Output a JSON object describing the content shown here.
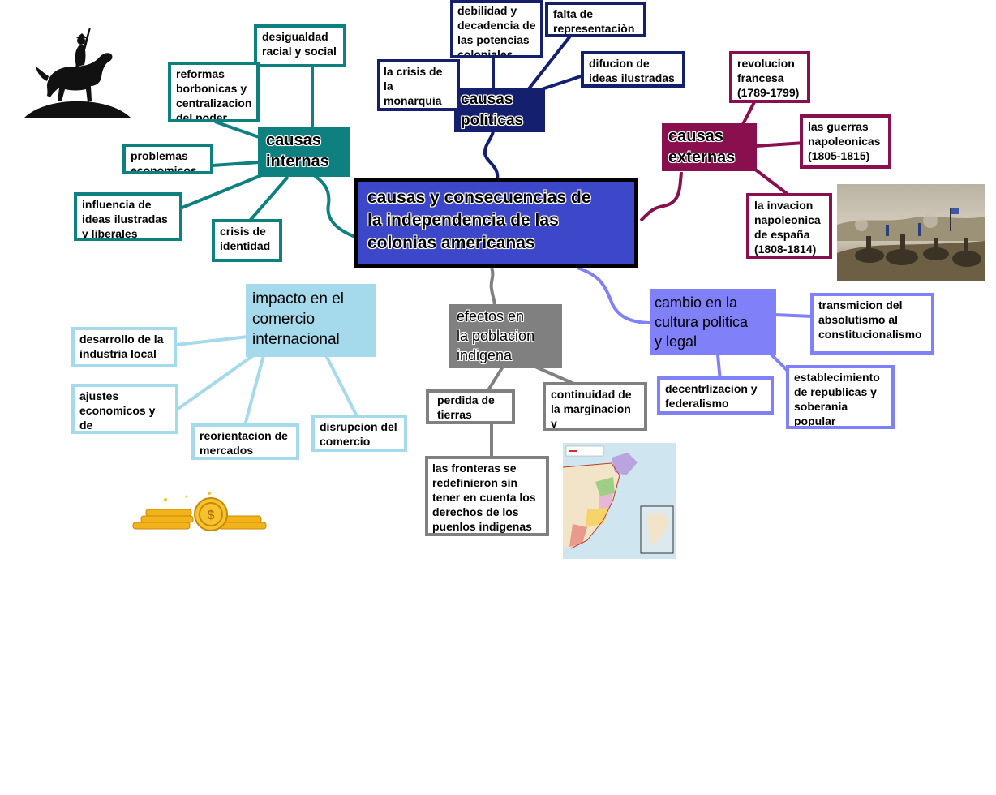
{
  "colors": {
    "teal": "#0e8080",
    "navy": "#14206e",
    "crimson": "#8a0f4e",
    "lightblue": "#a5d9ec",
    "gray": "#808080",
    "periwinkle": "#8080f8",
    "center": "#3d47c9"
  },
  "center": {
    "title": "causas y consecuencias de\nla independencia de las\ncolonias americanas"
  },
  "causas_internas": {
    "label": "causas\ninternas",
    "items": [
      "desigualdad\nracial y social",
      "reformas\nborbonicas y\ncentralizacion\ndel poder",
      "problemas\neconomicos",
      "influencia de\nideas ilustradas\ny liberales",
      "crisis de\nidentidad"
    ]
  },
  "causas_politicas": {
    "label": "causas\npoliticas",
    "items": [
      "la crisis de la\nmonarquia\nespañola",
      "debilidad y\ndecadencia de\nlas potencias\ncoloniales",
      "falta de\nrepresentaciòn",
      "difucion de\nideas ilustradas"
    ]
  },
  "causas_externas": {
    "label": "causas\nexternas",
    "items": [
      "revolucion\nfrancesa\n(1789-1799)",
      "las guerras\nnapoleonicas\n(1805-1815)",
      "la invacion\nnapoleonica\nde españa\n(1808-1814)"
    ]
  },
  "impacto_comercio": {
    "label": "impacto en el\ncomercio\ninternacional",
    "items": [
      "desarrollo de la\nindustria local",
      "ajustes\neconomicos y de\ntarifas",
      "reorientacion de\nmercados",
      "disrupcion del\ncomercio"
    ]
  },
  "efectos_indigena": {
    "label": "efectos en\nla poblacion\nindigena",
    "items": [
      "perdida de\ntierras",
      "continuidad de\nla marginacion y\nla explotacion",
      "las fronteras se\nredefinieron sin\ntener en cuenta los\nderechos de los\npuenlos indigenas"
    ]
  },
  "cambio_cultura": {
    "label": "cambio en la\ncultura politica\ny legal",
    "items": [
      "transmicion del\nabsolutismo al\nconstitucionalismo",
      "decentrlizacion y\nfederalismo",
      "establecimiento\nde republicas y\nsoberania\npopular"
    ]
  },
  "images": [
    "horseman-silhouette",
    "battle-painting",
    "gold-coins",
    "colonial-map"
  ]
}
